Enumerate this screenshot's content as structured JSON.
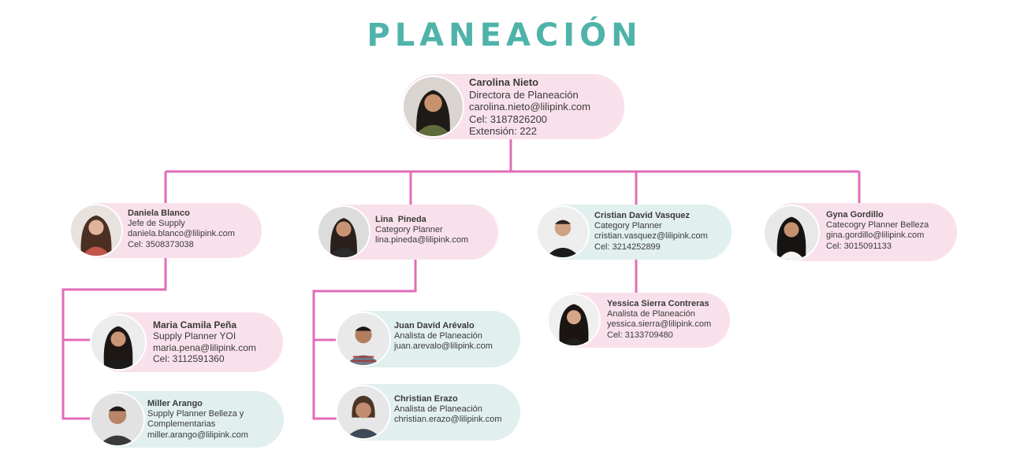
{
  "title": "PLANEACIÓN",
  "colors": {
    "title": "#4fb3aa",
    "connector": "#e26cb8",
    "card_pink": "#f9e1ec",
    "card_teal": "#e1efee"
  },
  "people": {
    "carolina": {
      "name": "Carolina Nieto",
      "role": "Directora de Planeación",
      "email": "carolina.nieto@lilipink.com",
      "cel": "Cel: 3187826200",
      "ext": "Extensión: 222"
    },
    "daniela": {
      "name": "Daniela Blanco",
      "role": "Jefe de Supply",
      "email": "daniela.blanco@lilipink.com",
      "cel": "Cel: 3508373038"
    },
    "lina": {
      "name": "Lina  Pineda",
      "role": "Category Planner",
      "email": "lina.pineda@lilipink.com"
    },
    "cristian_v": {
      "name": "Cristian David Vasquez",
      "role": "Category Planner",
      "email": "cristian.vasquez@lilipink.com",
      "cel": "Cel: 3214252899"
    },
    "gyna": {
      "name": "Gyna Gordillo",
      "role": "Catecogry Planner Belleza",
      "email": "gina.gordillo@lilipink.com",
      "cel": "Cel: 3015091133"
    },
    "maria": {
      "name": "Maria Camila Peña",
      "role": "Supply Planner YOI",
      "email": "maria.pena@lilipink.com",
      "cel": "Cel: 3112591360"
    },
    "miller": {
      "name": "Miller Arango",
      "role": "Supply Planner Belleza y",
      "role2": "Complementarias",
      "email": "miller.arango@lilipink.com"
    },
    "juan": {
      "name": "Juan David Arévalo",
      "role": "Analista de Planeación",
      "email": "juan.arevalo@lilipink.com"
    },
    "christian_e": {
      "name": "Christian Erazo",
      "role": "Analista de Planeación",
      "email": "christian.erazo@lilipink.com"
    },
    "yessica": {
      "name": "Yessica Sierra Contreras",
      "role": "Analista de Planeación",
      "email": "yessica.sierra@lilipink.com",
      "cel": "Cel: 3133709480"
    }
  }
}
